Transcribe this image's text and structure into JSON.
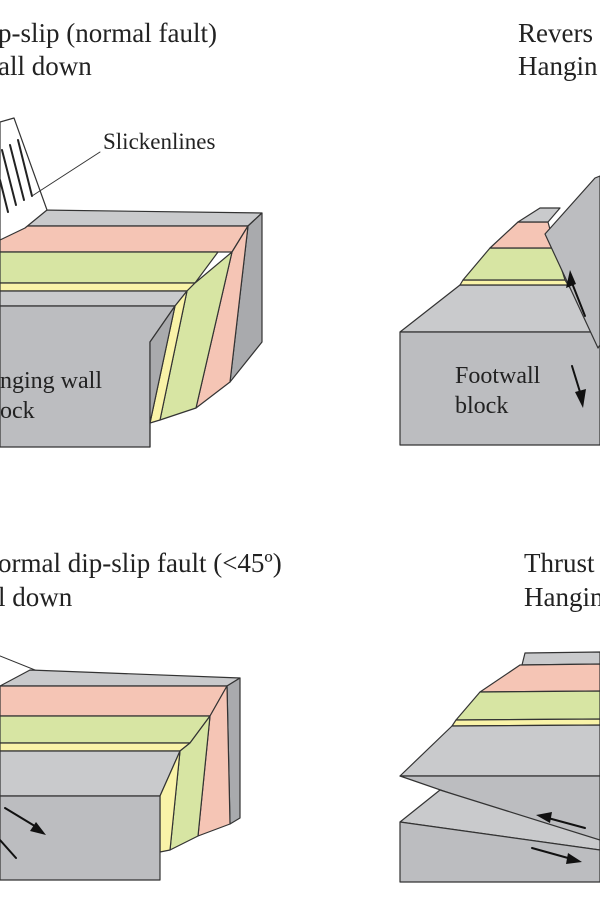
{
  "panels": {
    "top_left": {
      "title_line1": "p-slip (normal fault)",
      "title_line2": "all down",
      "label_line1": "nging wall",
      "label_line2": "ock",
      "leader_label": "Slickenlines"
    },
    "top_right": {
      "title_line1": "Revers",
      "title_line2": "Hangin",
      "label_line1": "Footwall",
      "label_line2": "block"
    },
    "bottom_left": {
      "title_line1": "ormal dip-slip fault (<45º)",
      "title_line2": "l down"
    },
    "bottom_right": {
      "title_line1": "Thrust",
      "title_line2": "Hangin"
    }
  },
  "colors": {
    "block_top": "#c9cacc",
    "block_front": "#bcbdc0",
    "block_side": "#a9aaad",
    "layer_pink": "#f5c5b5",
    "layer_green": "#d7e5a3",
    "layer_yellow": "#f9f3a8",
    "outline": "#333333",
    "arrow": "#111111"
  }
}
